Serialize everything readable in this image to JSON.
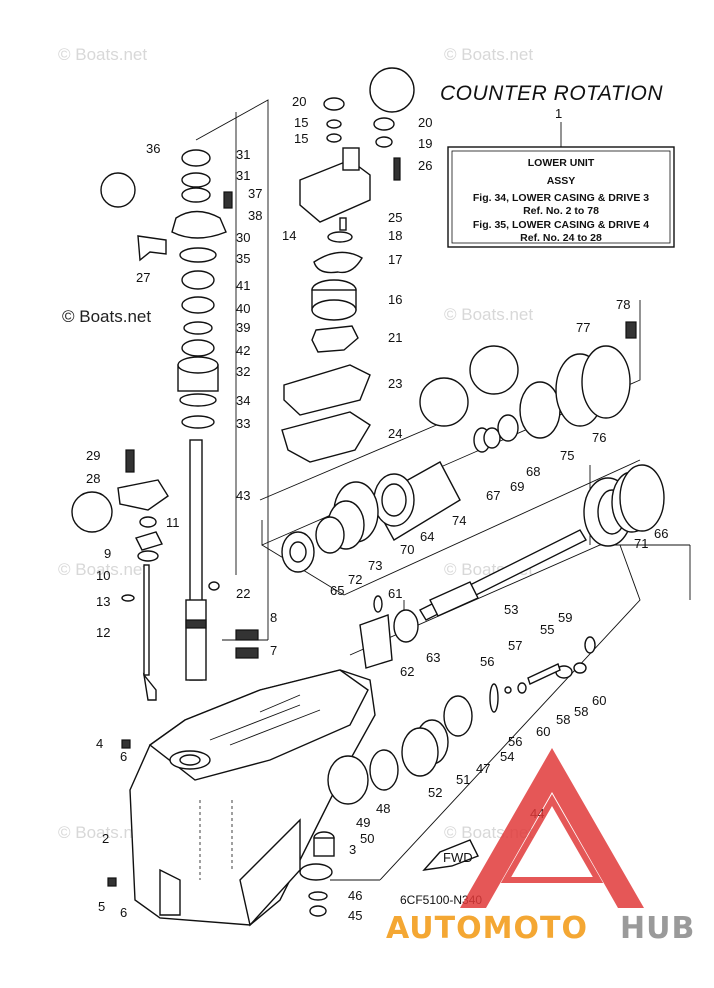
{
  "diagram": {
    "title": "COUNTER ROTATION",
    "info_box": {
      "ref": "1",
      "line1": "LOWER UNIT",
      "line2": "ASSY",
      "line3": "Fig. 34, LOWER CASING & DRIVE 3",
      "line4": "Ref. No. 2 to 78",
      "line5": "Fig. 35, LOWER CASING & DRIVE 4",
      "line6": "Ref. No. 24 to 28"
    },
    "drawing_code": "6CF5100-N340",
    "fwd_label": "FWD",
    "watermark": "© Boats.net",
    "watermark_dark": "© Boats.net",
    "logo": {
      "part1": "AUTOMOTO",
      "part2": "HUB",
      "color1": "#f4a733",
      "color2": "#9a9a9a",
      "triangle": "#e03a3a"
    },
    "callouts": [
      "2",
      "3",
      "4",
      "5",
      "6",
      "7",
      "8",
      "9",
      "10",
      "11",
      "12",
      "13",
      "14",
      "15",
      "16",
      "17",
      "18",
      "19",
      "20",
      "21",
      "22",
      "23",
      "24",
      "25",
      "26",
      "27",
      "28",
      "29",
      "30",
      "31",
      "32",
      "33",
      "34",
      "35",
      "36",
      "37",
      "38",
      "39",
      "40",
      "41",
      "42",
      "43",
      "44",
      "45",
      "46",
      "47",
      "48",
      "49",
      "50",
      "51",
      "52",
      "53",
      "54",
      "55",
      "56",
      "57",
      "58",
      "59",
      "60",
      "61",
      "62",
      "63",
      "64",
      "65",
      "66",
      "67",
      "68",
      "69",
      "70",
      "71",
      "72",
      "73",
      "74",
      "75",
      "76",
      "77",
      "78"
    ]
  }
}
